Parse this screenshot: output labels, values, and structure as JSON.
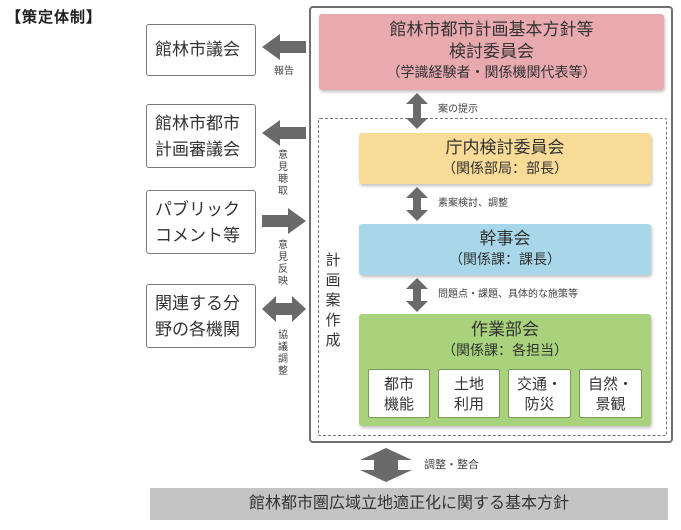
{
  "header": {
    "title": "【策定体制】"
  },
  "side": {
    "council": "館林市議会",
    "urban_council": [
      "館林市都市",
      "計画審議会"
    ],
    "public_comment": [
      "パブリック",
      "コメント等"
    ],
    "agencies": [
      "関連する分",
      "野の各機関"
    ]
  },
  "side_labels": {
    "report": "報告",
    "opinion_hearing": [
      "意見",
      "聴取"
    ],
    "opinion_reflection": [
      "意見",
      "反映"
    ],
    "consult_adjust": [
      "協議",
      "調整"
    ]
  },
  "main": {
    "committee": {
      "line1": "館林市都市計画基本方針等",
      "line2": "検討委員会",
      "line3": "（学識経験者・関係機関代表等）"
    },
    "arrow_label_1": "案の提示",
    "internal": {
      "line1": "庁内検討委員会",
      "line2": "（関係部局：部長）"
    },
    "arrow_label_2": "素案検討、調整",
    "executive": {
      "line1": "幹事会",
      "line2": "（関係課：課長）"
    },
    "arrow_label_3": "問題点・課題、具体的な施策等",
    "working": {
      "line1": "作業部会",
      "line2": "（関係課：各担当）"
    },
    "working_groups": [
      [
        "都市",
        "機能"
      ],
      [
        "土地",
        "利用"
      ],
      [
        "交通・",
        "防災"
      ],
      [
        "自然・",
        "景観"
      ]
    ],
    "vertical_label": [
      "計",
      "画",
      "案",
      "作",
      "成"
    ]
  },
  "bottom": {
    "arrow_label": "調整・整合",
    "bar": "館林都市圏広域立地適正化に関する基本方針"
  },
  "colors": {
    "pink": "#e8a9af",
    "yellow": "#f7db96",
    "blue": "#a7d7e8",
    "green": "#a8d27b",
    "arrow": "#6a6a6a",
    "bar": "#c4c4c4"
  }
}
